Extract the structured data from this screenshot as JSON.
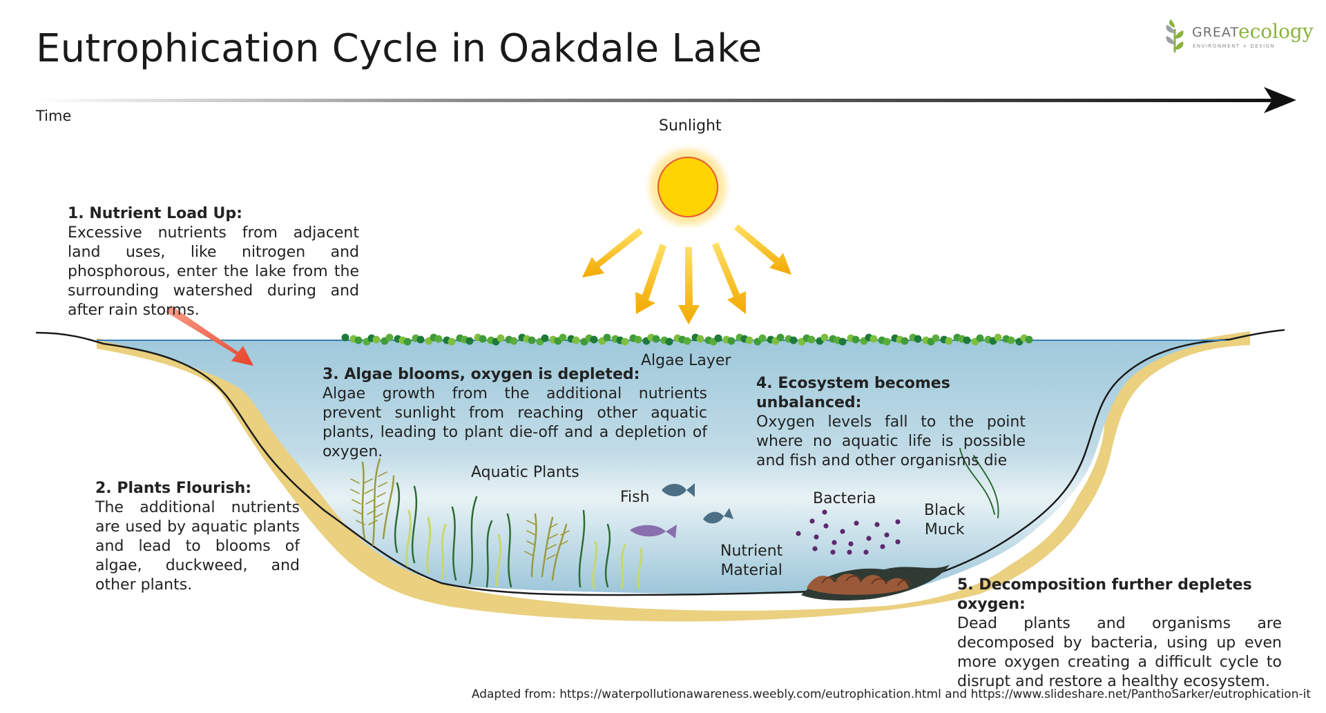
{
  "title": "Eutrophication Cycle in Oakdale Lake",
  "time_axis": {
    "label": "Time"
  },
  "logo": {
    "word1": "GREAT",
    "word2": "ecology",
    "tagline": "ENVIRONMENT + DESIGN"
  },
  "labels": {
    "sunlight": "Sunlight",
    "algae_layer": "Algae Layer",
    "aquatic_plants": "Aquatic Plants",
    "fish": "Fish",
    "nutrient_material_line1": "Nutrient",
    "nutrient_material_line2": "Material",
    "bacteria": "Bacteria",
    "black_muck_line1": "Black",
    "black_muck_line2": "Muck"
  },
  "steps": [
    {
      "heading": "1. Nutrient Load Up:",
      "text": "Excessive nutrients from adjacent land uses, like nitrogen and phosphorous, enter the lake from the surrounding watershed during and after rain storms."
    },
    {
      "heading": "2. Plants Flourish:",
      "text": "The additional nutrients are used by aquatic plants and lead to blooms of algae, duckweed, and other plants."
    },
    {
      "heading": "3. Algae blooms, oxygen is depleted:",
      "text": "Algae growth from the additional nutrients prevent sunlight from reaching other aquatic plants, leading to plant die-off and a depletion of oxygen."
    },
    {
      "heading": "4. Ecosystem becomes  unbalanced:",
      "text": "Oxygen levels fall to the point where no aquatic life is possible and fish and other organisms die"
    },
    {
      "heading": "5. Decomposition further depletes oxygen:",
      "text": "Dead plants and organisms are decomposed by bacteria, using up even more oxygen creating a difficult cycle to disrupt and restore a healthy ecosystem."
    }
  ],
  "source": "Adapted from: https://waterpollutionawareness.weebly.com/eutrophication.html and https://www.slideshare.net/PanthoSarker/eutrophication-it",
  "colors": {
    "water": "#a9cfdf",
    "sand": "#ead07f",
    "algae_dark": "#1d7a3a",
    "algae_light": "#7fbf3f",
    "sun": "#ffd400",
    "ray": "#f5b21a",
    "inflow_arrow": "#e8432a",
    "bacteria": "#5b2a6e",
    "fish": "#4c6f85",
    "dead_fish": "#8a6fae"
  },
  "icons": [
    "sun-icon",
    "inflow-arrow-icon",
    "fish-icon",
    "logo-leaf-icon"
  ]
}
